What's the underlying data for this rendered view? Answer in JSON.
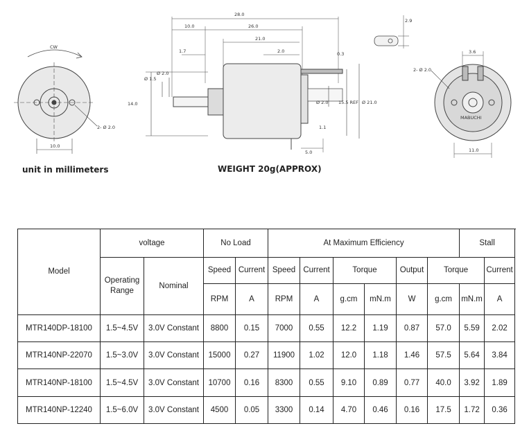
{
  "drawing": {
    "dims": {
      "overall_length": "28.0",
      "shaft_from_face": "10.0",
      "body_part": "26.0",
      "body_length": "21.0",
      "terminal_offset": "2.0",
      "boss_offset": "1.7",
      "body_height": "14.0",
      "shaft_dia": "Ø 1.5",
      "boss_dia": "Ø 2.0",
      "body_dia": "Ø 21.0",
      "body_width": "15.5 REF",
      "side_dim": "1.1",
      "term_dia": "Ø 2.0",
      "term_gap": "0.3",
      "front_width": "10.0",
      "bottom_dim": "5.0",
      "mount_holes_front": "2- Ø 2.0",
      "mount_holes_rear": "2- Ø 2.0",
      "tab_dim": "2.9",
      "rear_top": "3.6",
      "rear_width": "11.0"
    },
    "rotation_label": "CW",
    "brand_mark": "MABUCHI"
  },
  "captions": {
    "units": "unit in millimeters",
    "weight": "WEIGHT 20g(APPROX)"
  },
  "table": {
    "headers": {
      "model": "Model",
      "voltage": "voltage",
      "no_load": "No Load",
      "max_eff": "At Maximum Efficiency",
      "stall": "Stall",
      "operating_range": "Operating Range",
      "nominal": "Nominal",
      "speed": "Speed",
      "current": "Current",
      "torque": "Torque",
      "output": "Output"
    },
    "units": {
      "nl_speed": "RPM",
      "nl_current": "A",
      "me_speed": "RPM",
      "me_current": "A",
      "me_torque_gcm": "g.cm",
      "me_torque_mnm": "mN.m",
      "me_output": "W",
      "st_torque_gcm": "g.cm",
      "st_torque_mnm": "mN.m",
      "st_current": "A"
    },
    "rows": [
      [
        "MTR140DP-18100",
        "1.5~4.5V",
        "3.0V Constant",
        "8800",
        "0.15",
        "7000",
        "0.55",
        "12.2",
        "1.19",
        "0.87",
        "57.0",
        "5.59",
        "2.02"
      ],
      [
        "MTR140NP-22070",
        "1.5~3.0V",
        "3.0V Constant",
        "15000",
        "0.27",
        "11900",
        "1.02",
        "12.0",
        "1.18",
        "1.46",
        "57.5",
        "5.64",
        "3.84"
      ],
      [
        "MTR140NP-18100",
        "1.5~4.5V",
        "3.0V Constant",
        "10700",
        "0.16",
        "8300",
        "0.55",
        "9.10",
        "0.89",
        "0.77",
        "40.0",
        "3.92",
        "1.89"
      ],
      [
        "MTR140NP-12240",
        "1.5~6.0V",
        "3.0V Constant",
        "4500",
        "0.05",
        "3300",
        "0.14",
        "4.70",
        "0.46",
        "0.16",
        "17.5",
        "1.72",
        "0.36"
      ]
    ]
  }
}
